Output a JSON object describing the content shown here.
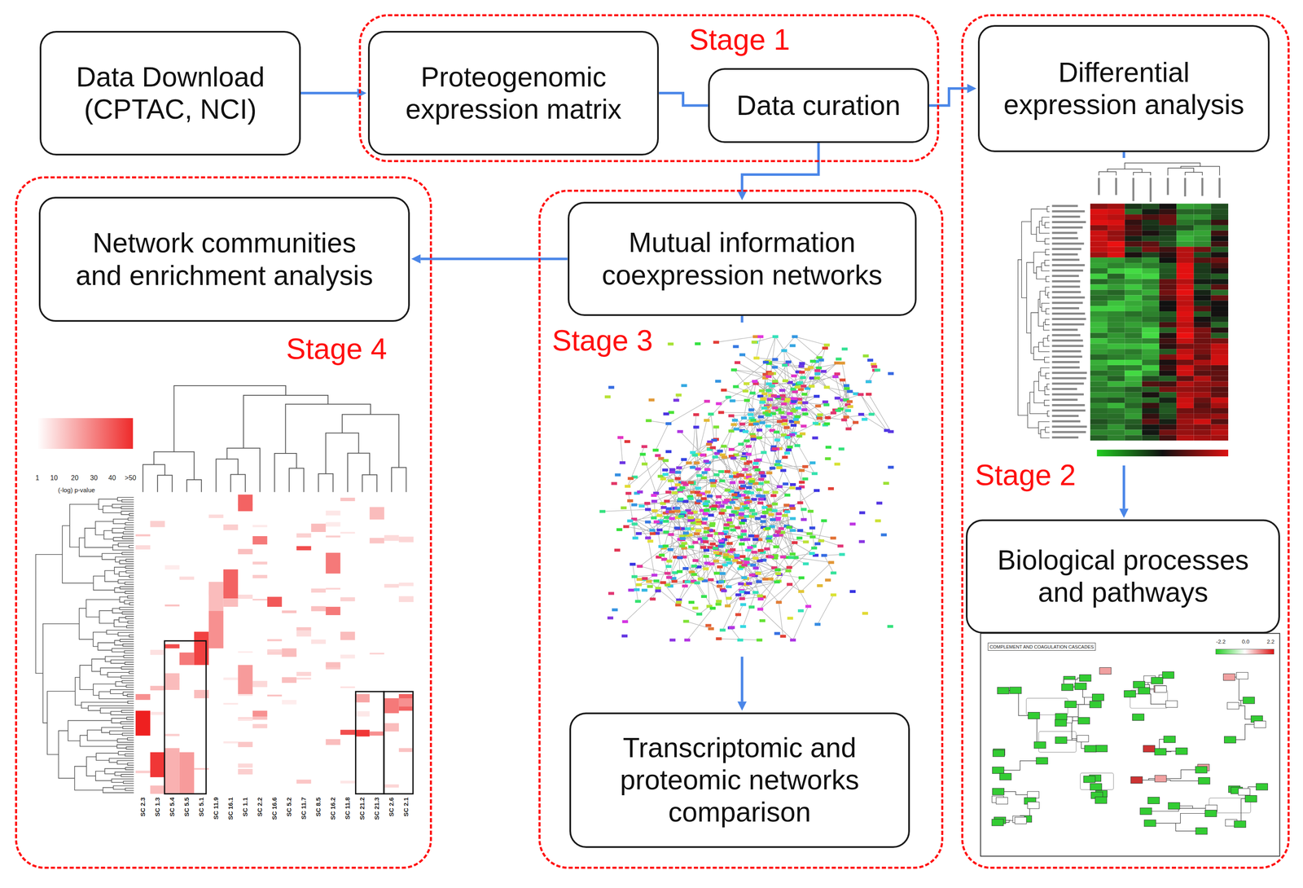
{
  "diagram": {
    "nodes": [
      {
        "text": [
          "Data Download (CPTAC, NCI)"
        ]
      },
      {
        "text": [
          "Stage 1"
        ]
      },
      {
        "text": [
          "Proteogenomic expression matrix"
        ],
        "in": 1
      },
      {
        "text": [
          "Data curation"
        ],
        "in": 1
      },
      {
        "text": [
          "Stage 2"
        ]
      },
      {
        "text": [
          "Differential expression analysis"
        ],
        "in": 4
      },
      {
        "text": [
          "Biological processes and pathways"
        ],
        "in": 4
      },
      {
        "text": [
          "Stage 3"
        ]
      },
      {
        "text": [
          "Mutual information coexpression networks"
        ],
        "in": 7
      },
      {
        "text": [
          "Transcriptomic and proteomic networks comparison"
        ],
        "in": 7
      },
      {
        "text": [
          "Stage 4"
        ]
      },
      {
        "text": [
          "Network communities and enrichment analysis"
        ],
        "in": 10
      }
    ],
    "edges": [
      {
        "from": 0,
        "to": 2,
        "arrow": "to"
      },
      {
        "from": 2,
        "to": 3,
        "arrow": "none"
      },
      {
        "from": 3,
        "to": 5,
        "arrow": "to"
      },
      {
        "from": 3,
        "to": 8,
        "arrow": "to"
      },
      {
        "from": 8,
        "to": 11,
        "arrow": "to"
      },
      {
        "from": 5,
        "to": 6,
        "arrow": "to"
      },
      {
        "from": 8,
        "to": 9,
        "arrow": "to"
      }
    ],
    "labels": [
      "1",
      "10",
      "20",
      "30",
      "40",
      ">50",
      "(-log) p-value",
      "SC 2.3",
      "SC 1.3",
      "SC 5.4",
      "SC 5.5",
      "SC 5.1",
      "SC 11.9",
      "SC 16.1",
      "SC 1.1",
      "SC 2.2",
      "SC 16.6",
      "SC 5.2",
      "SC 11.7",
      "SC 8.5",
      "SC 16.2",
      "SC 11.8",
      "SC 21.2",
      "SC 21.3",
      "SC 2.6",
      "SC 2.1",
      "COMPLEMENT AND COAGULATION CASCADES",
      "-2.2",
      "0.0",
      "2.2"
    ]
  }
}
